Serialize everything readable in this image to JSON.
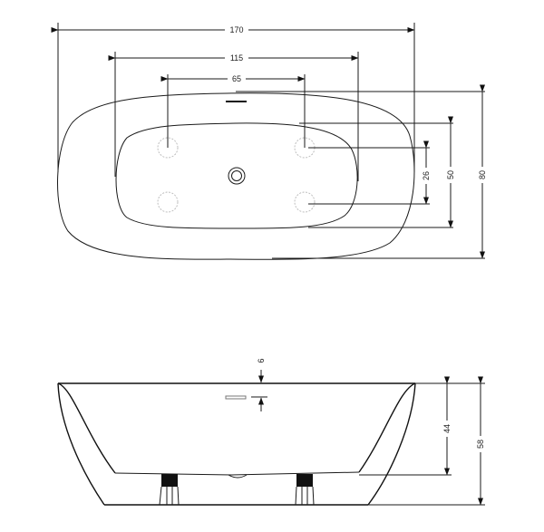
{
  "drawing": {
    "title": "Freestanding bathtub dimensional drawing",
    "units": "cm",
    "colors": {
      "line": "#1a1a1a",
      "jet_outline": "#b8b8b8",
      "background": "#ffffff"
    },
    "top_view": {
      "dimensions": {
        "overall_length": "170",
        "inner_length": "115",
        "jet_spacing_horizontal": "65",
        "overall_width": "80",
        "inner_width": "50",
        "jet_spacing_vertical": "26"
      },
      "features": [
        "overflow-slot",
        "drain",
        "jet-top-left",
        "jet-top-right",
        "jet-bottom-left",
        "jet-bottom-right"
      ]
    },
    "side_view": {
      "dimensions": {
        "overflow_offset": "6",
        "inner_depth": "44",
        "overall_height": "58"
      },
      "features": [
        "overflow-slot",
        "drain",
        "foot-left",
        "foot-right"
      ]
    }
  }
}
